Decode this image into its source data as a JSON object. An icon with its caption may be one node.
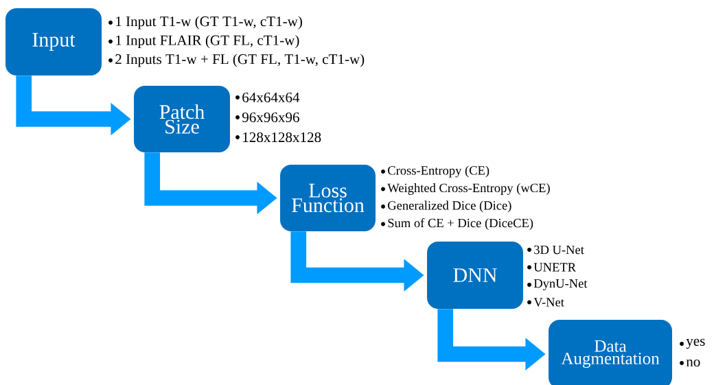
{
  "diagram": {
    "nodes": [
      {
        "text": [
          "Input"
        ],
        "beside": [
          "1 Input T1-w (GT T1-w, cT1-w)",
          "1 Input FLAIR (GT FL, cT1-w)",
          "2 Inputs T1-w + FL (GT FL, T1-w, cT1-w)"
        ]
      },
      {
        "text": [
          "Patch Size"
        ],
        "beside": [
          "64x64x64",
          "96x96x96",
          "128x128x128"
        ]
      },
      {
        "text": [
          "Loss Function"
        ],
        "beside": [
          "Cross-Entropy (CE)",
          "Weighted Cross-Entropy (wCE)",
          "Generalized Dice (Dice)",
          "Sum of CE + Dice (DiceCE)"
        ]
      },
      {
        "text": [
          "DNN"
        ],
        "beside": [
          "3D U-Net",
          "UNETR",
          "DynU-Net",
          "V-Net"
        ]
      },
      {
        "text": [
          "Data Augmentation"
        ],
        "beside": [
          "yes",
          "no"
        ]
      }
    ],
    "edges": [
      {
        "from": 0,
        "to": 1,
        "arrow": "to"
      },
      {
        "from": 1,
        "to": 2,
        "arrow": "to"
      },
      {
        "from": 2,
        "to": 3,
        "arrow": "to"
      },
      {
        "from": 3,
        "to": 4,
        "arrow": "to"
      }
    ]
  }
}
